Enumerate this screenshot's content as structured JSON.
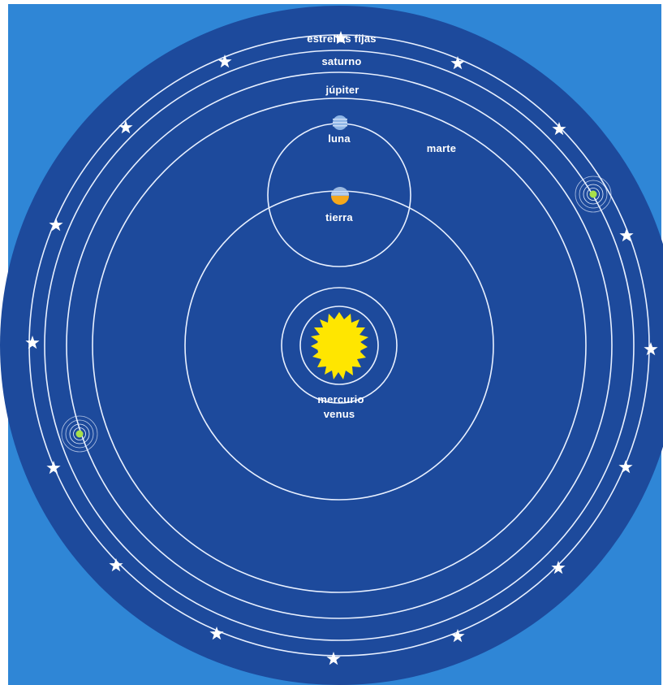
{
  "colors": {
    "sky": "#2f86d6",
    "disc": "#1d4a9c",
    "orbit": "#e8f0ff",
    "star": "#ffffff",
    "sun": "#ffe600",
    "planet_marker": "#a8e04a"
  },
  "labels": {
    "estrellas_fijas": "estrellas fijas",
    "saturno": "saturno",
    "jupiter": "júpiter",
    "marte": "marte",
    "luna": "luna",
    "tierra": "tierra",
    "mercurio": "mercurio",
    "venus": "venus"
  },
  "icons": {
    "sun": "sun-icon",
    "earth": "earth-icon",
    "moon": "moon-icon",
    "star": "star-icon",
    "planet": "planet-marker-icon"
  }
}
